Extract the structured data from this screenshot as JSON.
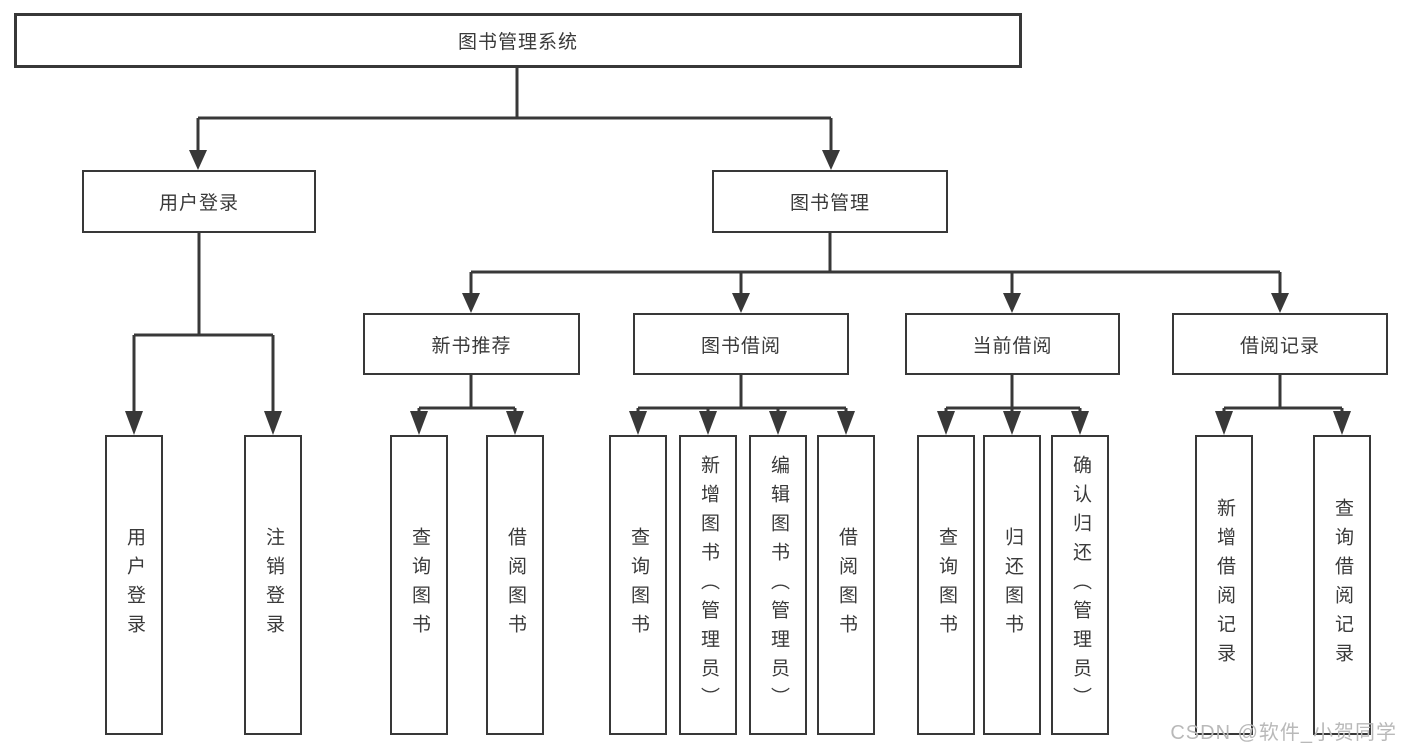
{
  "diagram": {
    "type": "tree",
    "colors": {
      "line": "#383838",
      "box_border": "#383838",
      "text": "#3a3a3a",
      "background": "#ffffff",
      "watermark": "#b9b9b9"
    },
    "tree": {
      "label": "图书管理系统",
      "children": [
        {
          "label": "用户登录",
          "children": [
            {
              "label": "用户登录"
            },
            {
              "label": "注销登录"
            }
          ]
        },
        {
          "label": "图书管理",
          "children": [
            {
              "label": "新书推荐",
              "children": [
                {
                  "label": "查询图书"
                },
                {
                  "label": "借阅图书"
                }
              ]
            },
            {
              "label": "图书借阅",
              "children": [
                {
                  "label": "查询图书"
                },
                {
                  "label": "新增图书（管理员）"
                },
                {
                  "label": "编辑图书（管理员）"
                },
                {
                  "label": "借阅图书"
                }
              ]
            },
            {
              "label": "当前借阅",
              "children": [
                {
                  "label": "查询图书"
                },
                {
                  "label": "归还图书"
                },
                {
                  "label": "确认归还（管理员）"
                }
              ]
            },
            {
              "label": "借阅记录",
              "children": [
                {
                  "label": "新增借阅记录"
                },
                {
                  "label": "查询借阅记录"
                }
              ]
            }
          ]
        }
      ]
    },
    "watermark": "CSDN @软件_小贺同学"
  }
}
